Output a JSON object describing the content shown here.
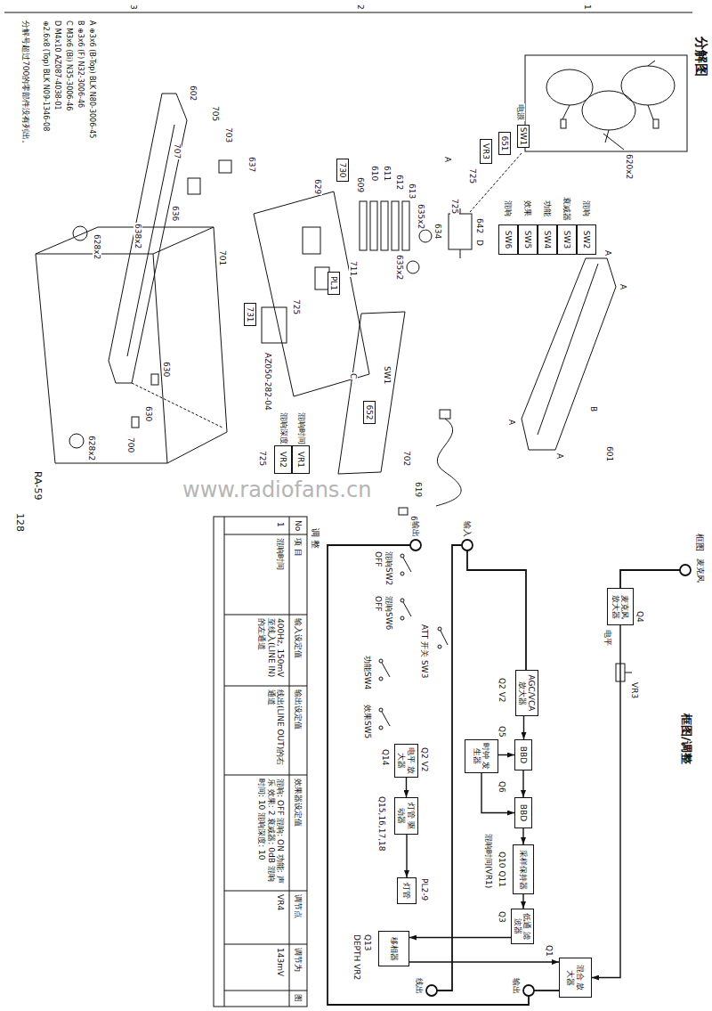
{
  "diagram": {
    "title": "分解图",
    "nodes": [
      {
        "text": [
          "SW1"
        ]
      },
      {
        "text": [
          "651"
        ]
      },
      {
        "text": [
          "VR3"
        ]
      },
      {
        "text": [
          "SW2"
        ]
      },
      {
        "text": [
          "SW3"
        ]
      },
      {
        "text": [
          "SW4"
        ]
      },
      {
        "text": [
          "SW5"
        ]
      },
      {
        "text": [
          "SW6"
        ]
      },
      {
        "text": [
          "730"
        ]
      },
      {
        "text": [
          "PL1"
        ]
      },
      {
        "text": [
          "731"
        ]
      },
      {
        "text": [
          "652"
        ]
      },
      {
        "text": [
          "VR1"
        ]
      },
      {
        "text": [
          "VR2"
        ]
      },
      {
        "text": [
          "麦克风 放大器"
        ]
      },
      {
        "text": [
          "AGC/VCA 放大器"
        ]
      },
      {
        "text": [
          "BBD"
        ]
      },
      {
        "text": [
          "BBD"
        ]
      },
      {
        "text": [
          "采样保持器"
        ]
      },
      {
        "text": [
          "低通 滤波器"
        ]
      },
      {
        "text": [
          "时钟 发生器"
        ]
      },
      {
        "text": [
          "移相器"
        ]
      },
      {
        "text": [
          "混合 放大器"
        ]
      },
      {
        "text": [
          "电平 放大器"
        ]
      },
      {
        "text": [
          "灯管 驱动器"
        ]
      },
      {
        "text": [
          "灯管"
        ]
      }
    ],
    "edges": [
      {
        "from": 15,
        "to": 16,
        "arrow": "to"
      },
      {
        "from": 16,
        "to": 17,
        "arrow": "to"
      },
      {
        "from": 17,
        "to": 18,
        "arrow": "to"
      },
      {
        "from": 18,
        "to": 19,
        "arrow": "to"
      },
      {
        "from": 19,
        "to": 21,
        "arrow": "to"
      },
      {
        "from": 21,
        "to": 22,
        "arrow": "to"
      },
      {
        "from": 20,
        "to": 16,
        "arrow": "to"
      },
      {
        "from": 20,
        "to": 17,
        "arrow": "to"
      },
      {
        "from": 23,
        "to": 24,
        "arrow": "to"
      },
      {
        "from": 24,
        "to": 25,
        "arrow": "to"
      },
      {
        "from": 14,
        "to": 22,
        "arrow": "to"
      }
    ],
    "labels": [
      "3",
      "2",
      "1",
      "620x2",
      "A",
      "B",
      "601",
      "A",
      "A",
      "A",
      "A",
      "642",
      "D",
      "725",
      "725",
      "电源",
      "634",
      "635x2",
      "635x2",
      "613",
      "612",
      "611",
      "610",
      "609",
      "629",
      "711",
      "725",
      "SW1",
      "C",
      "AZ050-282-04",
      "725",
      "619",
      "617",
      "702",
      "602",
      "637",
      "705",
      "703",
      "707",
      "636",
      "638x2",
      "701",
      "628x2",
      "628x2",
      "630",
      "630",
      "700",
      "RA-59",
      "128",
      "A ⊕3x6 (B-Top) BLK N80-3006-45",
      "B ⊕3x6 (F) N32-3006-46",
      "C M3x6 (Bi) N35-3006-46",
      "D M4x10 AZ087-4038-01",
      "⊕2.6x8 (Top) BLK N09-1346-08",
      "分解号超过700的零部件没有列出。",
      "混响",
      "衰减器",
      "功能",
      "效果",
      "混响",
      "混响时间",
      "混响深度",
      "www.radiofans.cn",
      "框图",
      "框图/调整",
      "麦克风",
      "Q4",
      "电平",
      "VR3",
      "输入",
      "输出",
      "混响SW2",
      "OFF",
      "ATT 开关 SW3",
      "混响SW6",
      "OFF",
      "功能SW4",
      "效果SW5",
      "Q2 V2",
      "Q5",
      "Q6",
      "Q10 Q11",
      "混响时间(VR1)",
      "Q3",
      "Q13",
      "DEPTH VR2",
      "Q1",
      "Q2 V2",
      "Q14",
      "Q15,16,17,18",
      "PL2-9",
      "输出",
      "线出",
      "调 整",
      "No",
      "项 目",
      "输入设定值",
      "输出设定值",
      "效果器设定值",
      "调节点",
      "调节为",
      "图",
      "1",
      "混响时间",
      "400Hz, 150mV至线入(LINE IN)的左通道",
      "线出(LINE OUT)的右通道",
      "混响: OFF 混响: ON 功能: 声乐 效果: 2 衰减器: 0dB 混响时间: 10 混响深度: 10",
      "VR4",
      "143mV"
    ]
  }
}
